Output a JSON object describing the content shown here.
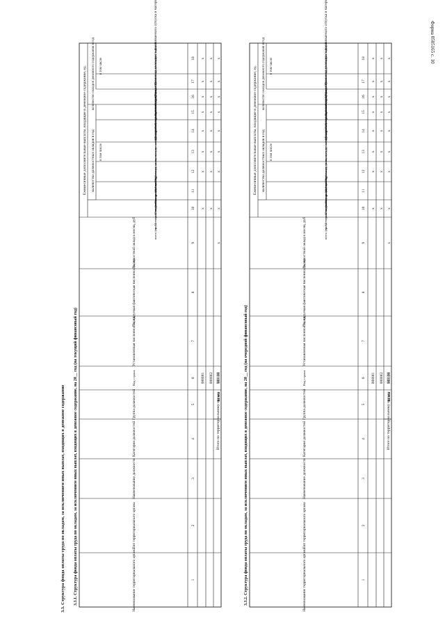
{
  "page": {
    "form_number": "Форма 0505165 с. 10",
    "heading": "3.3. Структура фонда оплаты труда по окладам, за исключением иных выплат, входящих в денежное содержание"
  },
  "labels": {
    "h_name_org": "Наименование территориального органа",
    "h_type_org": "Тип территориального органа",
    "h_position": "Наименование должности",
    "h_category": "Категория должностей",
    "h_group": "Группа должностей",
    "h_code": "Код строки",
    "h_staff_set": "Установленная численность, ед.",
    "h_staff_planned": "Планируемая фактическая численность, ед.",
    "h_salary": "Должностной оклад в месяц, руб",
    "h_monthly": "Ежемесячные дополнительные выплаты, входящие в денежное содержание, ед.",
    "h_count_salaries": "количество должностных окладов в год",
    "h_total_1": "всего (гр. 11 + гр. 12 + гр. 13 + гр. 14 + гр. 15)",
    "h_incl": "в том числе",
    "h_oklad_rank": "оклад за классный чин",
    "h_bonus_years": "ежемесячная надбавка к должностному окладу за выслугу лет на гражданской службе",
    "h_bonus_conditions": "ежемесячная надбавка к должностному окладу за особые условия гражданской службы",
    "h_bonus_secret": "ежемесячная процентная надбавка к должностному окладу за работу со сведениями, составляющими государственную тайну",
    "h_encouragement": "ежемесячное денежное поощрение",
    "h_count_salaries2": "количество окладов денежного содержания в год",
    "h_total_2": "всего (гр. 17 + гр. 18)",
    "h_premium": "премии за выполнение особо важных и сложных заданий",
    "h_lump": "единовременная выплата при предоставлении ежегодного оплачиваемого отпуска и материальной помощи",
    "row_total_org": "Итого по территориальному органу",
    "row_total": "Всего",
    "mark": "х"
  },
  "tables": [
    {
      "title": "3.3.1. Структура фонда оплаты труда по окладам, за исключением иных выплат, входящих в денежное содержание, на 20__ год (на текущий финансовый год)",
      "col_numbers": [
        "1",
        "2",
        "3",
        "4",
        "5",
        "6",
        "7",
        "8",
        "9",
        "10",
        "11",
        "12",
        "13",
        "14",
        "15",
        "16",
        "17",
        "18"
      ],
      "row_codes": [
        "000001",
        "000002"
      ],
      "total_org_code": "000100",
      "total_code": "900100"
    },
    {
      "title": "3.3.2. Структура фонда оплаты труда по окладам, за исключением иных выплат, входящих в денежное содержание, на 20__ год (на очередной финансовый год)",
      "col_numbers": [
        "1",
        "2",
        "3",
        "4",
        "5",
        "6",
        "7",
        "8",
        "9",
        "10",
        "11",
        "12",
        "13",
        "14",
        "15",
        "16",
        "17",
        "18"
      ],
      "row_codes": [
        "000001",
        "000002"
      ],
      "total_org_code": "000100",
      "total_code": "900100"
    }
  ]
}
